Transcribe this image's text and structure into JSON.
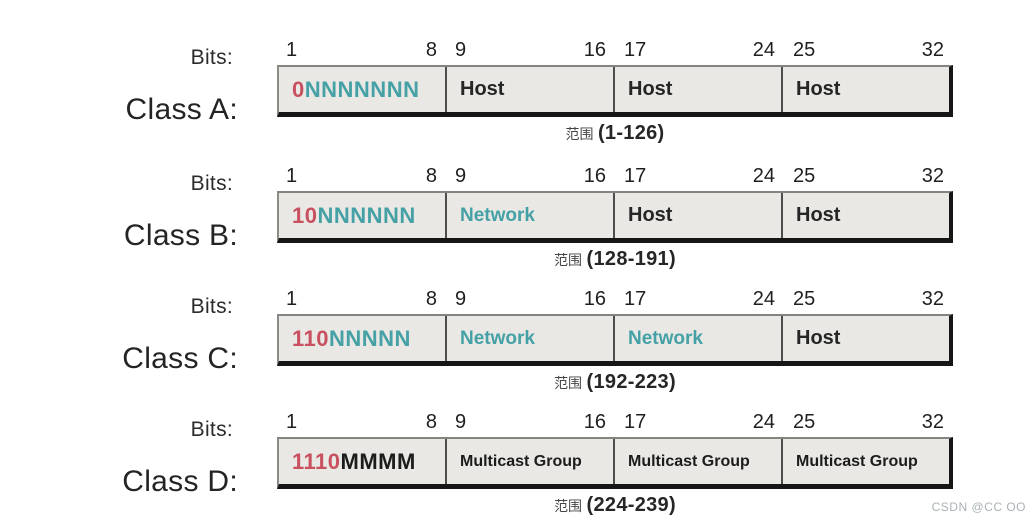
{
  "watermark": "CSDN @CC OO",
  "colors": {
    "leading_bits_red": "#c8505f",
    "network_teal": "#45a1a5",
    "cell_background": "#e9e8e4",
    "border_dark": "#161616",
    "text_black": "#1c1c1c",
    "watermark_gray": "#a9b2b5"
  },
  "rows": [
    {
      "bits_label": "Bits:",
      "class_label": "Class A:",
      "bit_numbers": [
        {
          "start": "1",
          "end": "8"
        },
        {
          "start": "9",
          "end": "16"
        },
        {
          "start": "17",
          "end": "24"
        },
        {
          "start": "25",
          "end": "32"
        }
      ],
      "octets": [
        {
          "prefix": "0",
          "suffix": "NNNNNNN"
        },
        {
          "text": "Host"
        },
        {
          "text": "Host"
        },
        {
          "text": "Host"
        }
      ],
      "range_label": "范围",
      "range_value": "(1-126)"
    },
    {
      "bits_label": "Bits:",
      "class_label": "Class B:",
      "bit_numbers": [
        {
          "start": "1",
          "end": "8"
        },
        {
          "start": "9",
          "end": "16"
        },
        {
          "start": "17",
          "end": "24"
        },
        {
          "start": "25",
          "end": "32"
        }
      ],
      "octets": [
        {
          "prefix": "10",
          "suffix": "NNNNNN"
        },
        {
          "text": "Network"
        },
        {
          "text": "Host"
        },
        {
          "text": "Host"
        }
      ],
      "range_label": "范围",
      "range_value": "(128-191)"
    },
    {
      "bits_label": "Bits:",
      "class_label": "Class C:",
      "bit_numbers": [
        {
          "start": "1",
          "end": "8"
        },
        {
          "start": "9",
          "end": "16"
        },
        {
          "start": "17",
          "end": "24"
        },
        {
          "start": "25",
          "end": "32"
        }
      ],
      "octets": [
        {
          "prefix": "110",
          "suffix": "NNNNN"
        },
        {
          "text": "Network"
        },
        {
          "text": "Network"
        },
        {
          "text": "Host"
        }
      ],
      "range_label": "范围",
      "range_value": "(192-223)"
    },
    {
      "bits_label": "Bits:",
      "class_label": "Class D:",
      "bit_numbers": [
        {
          "start": "1",
          "end": "8"
        },
        {
          "start": "9",
          "end": "16"
        },
        {
          "start": "17",
          "end": "24"
        },
        {
          "start": "25",
          "end": "32"
        }
      ],
      "octets": [
        {
          "prefix": "1110",
          "suffix": "MMMM"
        },
        {
          "text": "Multicast Group"
        },
        {
          "text": "Multicast Group"
        },
        {
          "text": "Multicast Group"
        }
      ],
      "range_label": "范围",
      "range_value": "(224-239)"
    }
  ]
}
